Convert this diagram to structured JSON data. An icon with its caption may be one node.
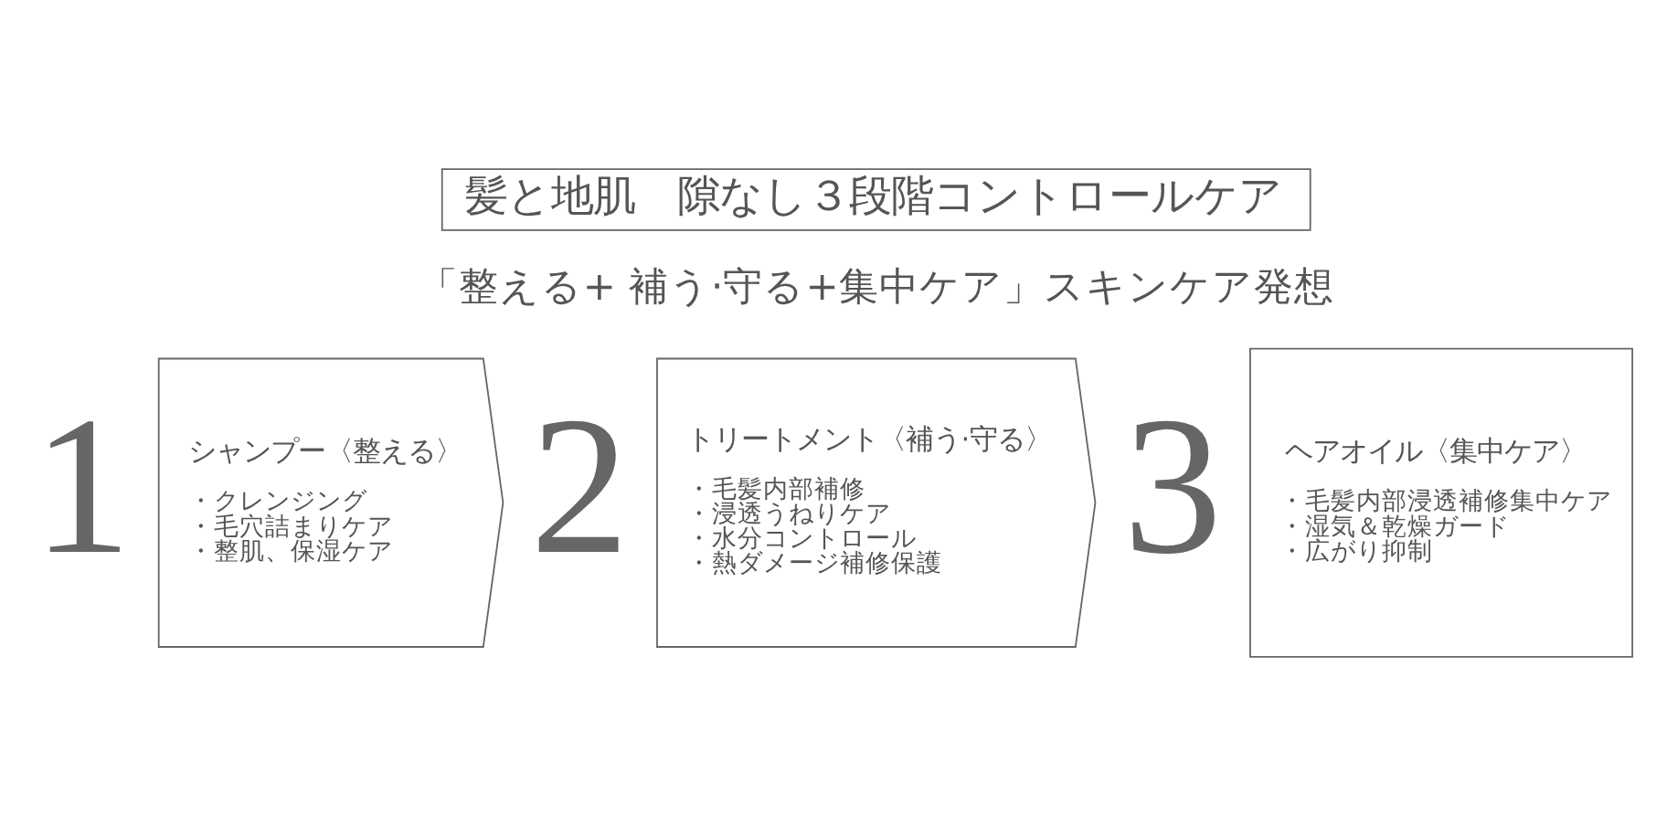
{
  "diagram": {
    "nodes": [
      {
        "text": [
          "髪と地肌　隙なし３段階コントロールケア"
        ]
      },
      {
        "text": [
          "シャンプー〈整える〉",
          "・クレンジング",
          "・毛穴詰まりケア",
          "・整肌、保湿ケア"
        ],
        "beside": [
          "1"
        ]
      },
      {
        "text": [
          "トリートメント〈補う·守る〉",
          "・毛髪内部補修",
          "・浸透うねりケア",
          "・水分コントロール",
          "・熱ダメージ補修保護"
        ],
        "beside": [
          "2"
        ]
      },
      {
        "text": [
          "ヘアオイル〈集中ケア〉",
          "・毛髪内部浸透補修集中ケア",
          "・湿気＆乾燥ガード",
          "・広がり抑制"
        ],
        "beside": [
          "3"
        ]
      }
    ],
    "labels": [
      "「整える+ 補う·守る+集中ケア」スキンケア発想"
    ]
  }
}
